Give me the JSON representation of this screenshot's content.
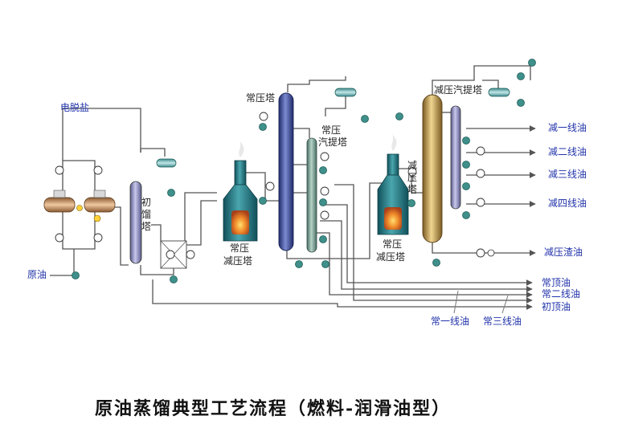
{
  "title": "原油蒸馏典型工艺流程（燃料-润滑油型）",
  "equipment": {
    "desalter": "电脱盐",
    "pre_flash": "初馏塔",
    "atm_column": "常压塔",
    "atm_stripper": "常压汽提塔",
    "atm_furnace": "常压减压塔",
    "vac_column": "减压塔",
    "vac_furnace": "常压减压塔",
    "vac_stripper": "减压汽提塔"
  },
  "inputs": {
    "crude": "原油"
  },
  "products": {
    "vac_line1": "减一线油",
    "vac_line2": "减二线油",
    "vac_line3": "减三线油",
    "vac_line4": "减四线油",
    "vac_residue": "减压渣油",
    "atm_top": "常顶油",
    "atm_line2": "常二线油",
    "initial_top": "初顶油",
    "atm_line1": "常一线油",
    "atm_line3": "常三线油"
  },
  "colors": {
    "pipe": "#555555",
    "label_blue": "#2233aa",
    "column_blue": "#3a4a9a",
    "stripper_green": "#7fa89a",
    "furnace_teal": "#2e7f86",
    "flame": "#e0702a",
    "vac_column_gold": "#c9a25a",
    "control_valve": "#3f8f8a"
  },
  "icons": [
    "control-valve-icon",
    "instrument-bubble-icon",
    "heat-exchanger-icon",
    "flame-icon",
    "pump-icon"
  ]
}
